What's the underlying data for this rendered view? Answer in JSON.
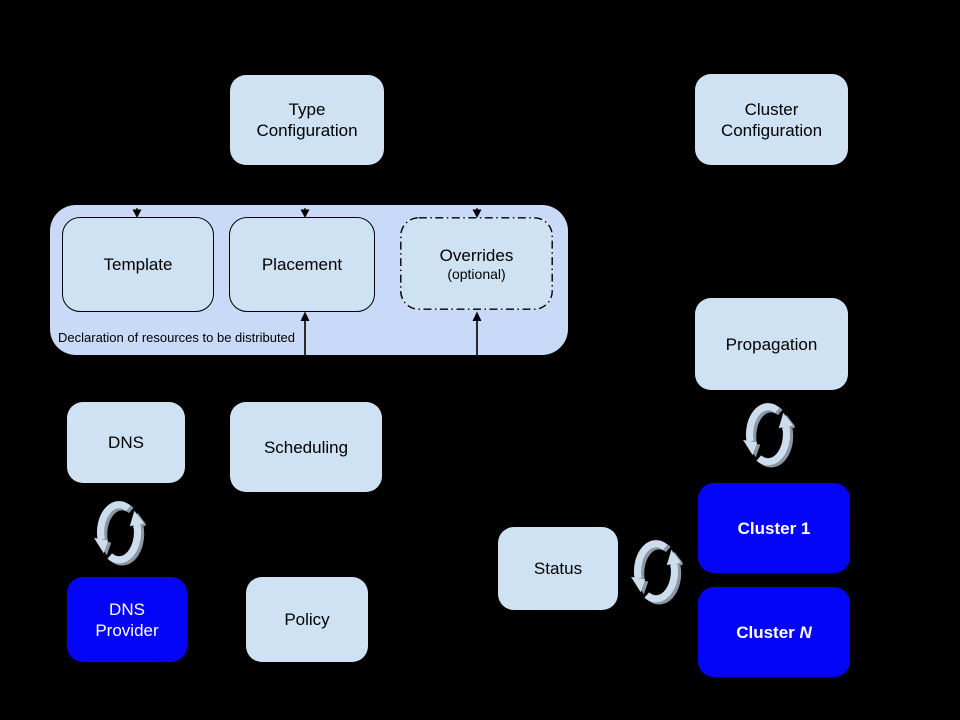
{
  "diagram_title": "",
  "colors": {
    "bg": "#000000",
    "box_light": "#cfe2f3",
    "container": "#c9daf8",
    "box_blue": "#0404f8",
    "text_dark": "#000000",
    "text_light": "#ffffff",
    "line": "#000000",
    "sync_main": "#cdddee",
    "sync_shadow": "#8b97a3"
  },
  "nodes": {
    "type_config": {
      "line1": "Type",
      "line2": "Configuration"
    },
    "cluster_config": {
      "line1": "Cluster",
      "line2": "Configuration"
    },
    "template": {
      "label": "Template"
    },
    "placement": {
      "label": "Placement"
    },
    "overrides": {
      "label": "Overrides",
      "sublabel": "(optional)"
    },
    "container_caption": "Declaration of resources to be distributed",
    "dns": {
      "label": "DNS"
    },
    "scheduling": {
      "label": "Scheduling"
    },
    "dns_provider": {
      "line1": "DNS",
      "line2": "Provider"
    },
    "policy": {
      "label": "Policy"
    },
    "propagation": {
      "label": "Propagation"
    },
    "status": {
      "label": "Status"
    },
    "cluster_1": {
      "label": "Cluster 1"
    },
    "cluster_n": {
      "prefix": "Cluster ",
      "italic_suffix": "N"
    }
  },
  "icons": {
    "sync": "sync-icon (two curved arrows forming a refresh cycle)"
  }
}
